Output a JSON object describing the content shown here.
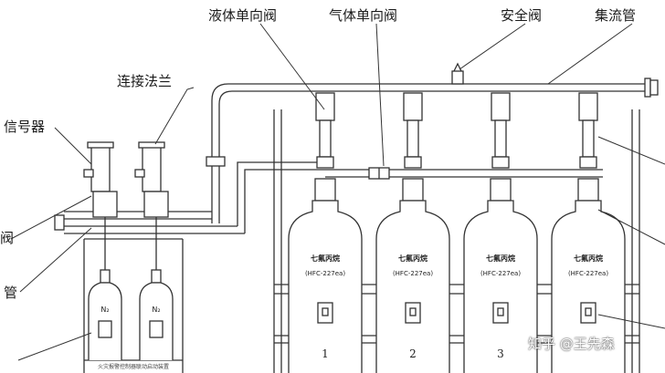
{
  "labels": {
    "liquid_check_valve": "液体单向阀",
    "gas_check_valve": "气体单向阀",
    "safety_valve": "安全阀",
    "manifold": "集流管",
    "flange": "连接法兰",
    "signal_device": "信号器",
    "valve_partial": "阀",
    "pipe_partial": "管"
  },
  "cylinders": [
    {
      "title": "七氟丙烷",
      "model": "(HFC-227ea)",
      "number": "1"
    },
    {
      "title": "七氟丙烷",
      "model": "(HFC-227ea)",
      "number": "2"
    },
    {
      "title": "七氟丙烷",
      "model": "(HFC-227ea)",
      "number": "3"
    },
    {
      "title": "七氟丙烷",
      "model": "(HFC-227ea)",
      "number": ""
    }
  ],
  "small_cylinders": [
    {
      "label": "N₂"
    },
    {
      "label": "N₂"
    }
  ],
  "bottom_caption": "火灾报警控制器联动启动装置",
  "watermark": "知乎 @王先森",
  "colors": {
    "line": "#333333",
    "background": "#ffffff"
  }
}
